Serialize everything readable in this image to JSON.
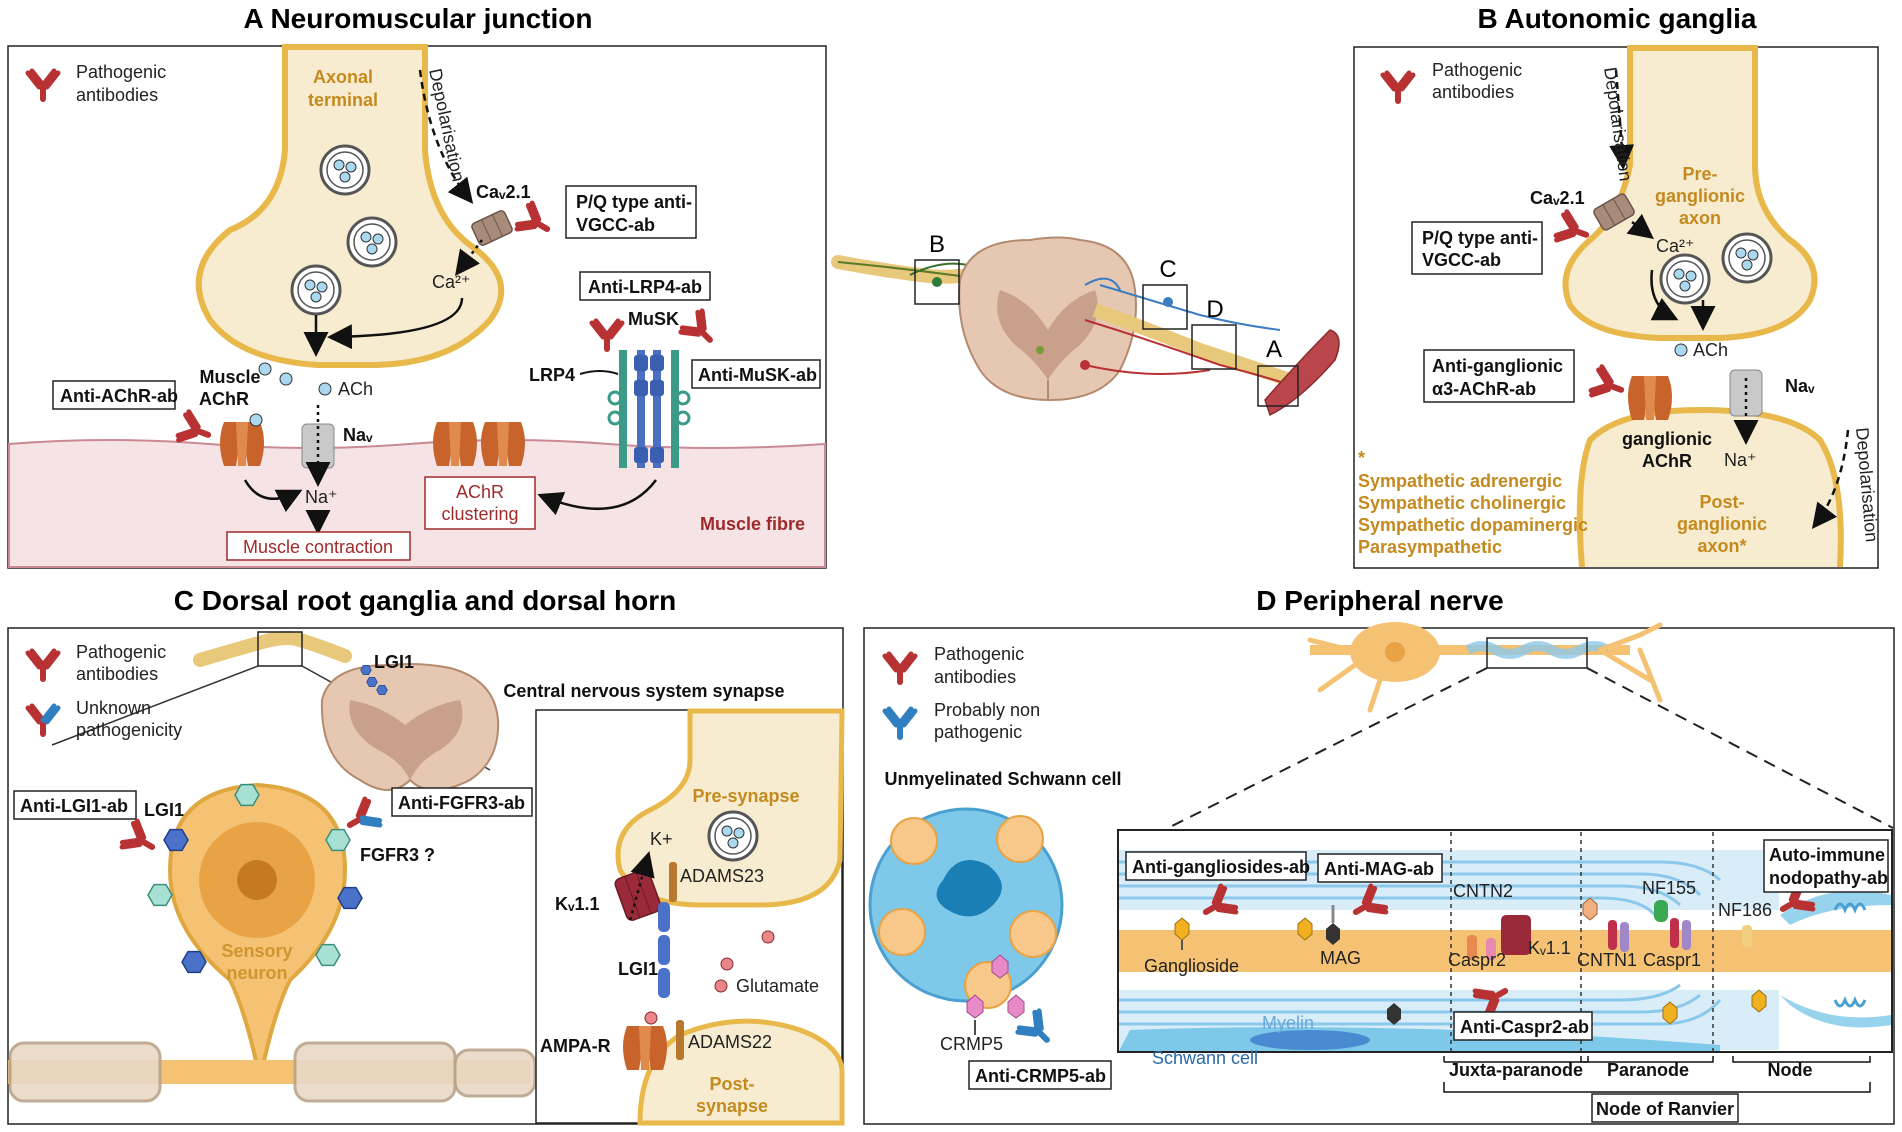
{
  "panelA": {
    "title": "A Neuromuscular junction",
    "legend": "Pathogenic antibodies",
    "legend_l1": "Pathogenic",
    "legend_l2": "antibodies",
    "axonal_terminal_l1": "Axonal",
    "axonal_terminal_l2": "terminal",
    "depolarisation": "Depolarisation",
    "cav21": "Caᵥ2.1",
    "ca2": "Ca²⁺",
    "pq_box_l1": "P/Q type anti-",
    "pq_box_l2": "VGCC-ab",
    "lrp4_box": "Anti-LRP4-ab",
    "musk": "MuSK",
    "musk_box": "Anti-MuSK-ab",
    "lrp4": "LRP4",
    "achr_box": "Anti-AChR-ab",
    "muscle_achr_l1": "Muscle",
    "muscle_achr_l2": "AChR",
    "ach": "ACh",
    "nav": "Naᵥ",
    "na": "Na⁺",
    "clustering_l1": "AChR",
    "clustering_l2": "clustering",
    "contraction": "Muscle contraction",
    "muscle_fibre": "Muscle fibre"
  },
  "panelB": {
    "title": "B Autonomic ganglia",
    "legend_l1": "Pathogenic",
    "legend_l2": "antibodies",
    "depolarisation": "Depolarisation",
    "cav21": "Caᵥ2.1",
    "pq_box_l1": "P/Q type anti-",
    "pq_box_l2": "VGCC-ab",
    "ca2": "Ca²⁺",
    "ach": "ACh",
    "pre_l1": "Pre-",
    "pre_l2": "ganglionic",
    "pre_l3": "axon",
    "gang_box_l1": "Anti-ganglionic",
    "gang_box_l2": "α3-AChR-ab",
    "nav": "Naᵥ",
    "gachr_l1": "ganglionic",
    "gachr_l2": "AChR",
    "na": "Na⁺",
    "star": "*",
    "types": [
      "Sympathetic adrenergic",
      "Sympathetic cholinergic",
      "Sympathetic dopaminergic",
      "Parasympathetic"
    ],
    "post_l1": "Post-",
    "post_l2": "ganglionic",
    "post_l3": "axon*"
  },
  "center": {
    "labels": [
      "B",
      "C",
      "D",
      "A"
    ]
  },
  "panelC": {
    "title": "C Dorsal root ganglia and dorsal horn",
    "legend1_l1": "Pathogenic",
    "legend1_l2": "antibodies",
    "legend2_l1": "Unknown",
    "legend2_l2": "pathogenicity",
    "lgi1_top": "LGI1",
    "lgi1_box": "Anti-LGI1-ab",
    "lgi1": "LGI1",
    "fgfr3_box": "Anti-FGFR3-ab",
    "fgfr3": "FGFR3 ?",
    "sensory_l1": "Sensory",
    "sensory_l2": "neuron",
    "cns_title": "Central nervous system synapse",
    "presynapse": "Pre-synapse",
    "k": "K+",
    "kv11": "Kᵥ1.1",
    "adams23": "ADAMS23",
    "lgi1_syn": "LGI1",
    "glutamate": "Glutamate",
    "ampar": "AMPA-R",
    "adams22": "ADAMS22",
    "post_l1": "Post-",
    "post_l2": "synapse"
  },
  "panelD": {
    "title": "D Peripheral nerve",
    "legend1_l1": "Pathogenic",
    "legend1_l2": "antibodies",
    "legend2_l1": "Probably non",
    "legend2_l2": "pathogenic",
    "unmyelinated": "Unmyelinated Schwann cell",
    "crmp5": "CRMP5",
    "crmp5_box": "Anti-CRMP5-ab",
    "gang_box": "Anti-gangliosides-ab",
    "mag_box": "Anti-MAG-ab",
    "cntn2": "CNTN2",
    "nf155": "NF155",
    "nf186": "NF186",
    "auto_l1": "Auto-immune",
    "auto_l2": "nodopathy-ab",
    "ganglioside": "Ganglioside",
    "mag": "MAG",
    "caspr2": "Caspr2",
    "kv11": "Kᵥ1.1",
    "cntn1": "CNTN1",
    "caspr1": "Caspr1",
    "myelin": "Myelin",
    "schwann": "Schwann cell",
    "caspr2_box": "Anti-Caspr2-ab",
    "juxta": "Juxta-paranode",
    "paranode": "Paranode",
    "node": "Node",
    "ranvier": "Node of Ranvier"
  },
  "colors": {
    "pathogenic": "#b83233",
    "unknown_red": "#c0392b",
    "unknown_blue": "#2f7fc1",
    "neuron": "#f7eccf",
    "neuron_border": "#e8b84a",
    "muscle": "#f5e3e6",
    "achr": "#c8632b",
    "schwann": "#7ec8ea"
  }
}
